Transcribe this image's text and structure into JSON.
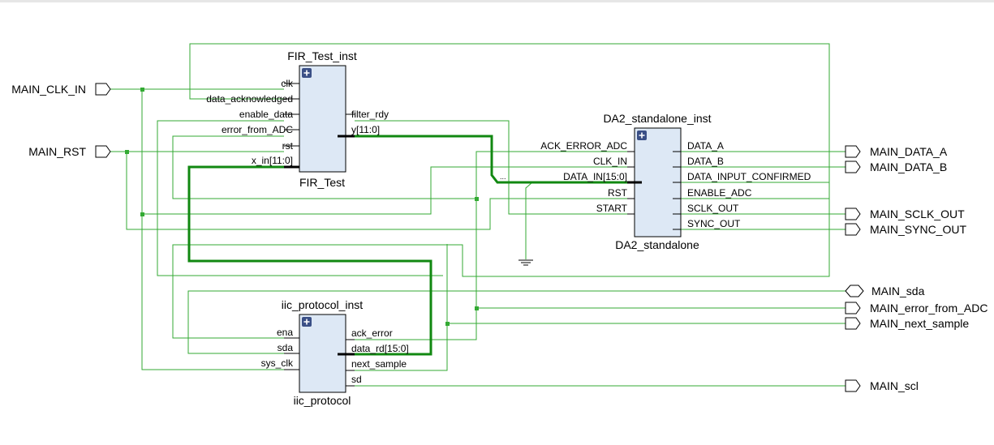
{
  "instances": {
    "fir": {
      "inst": "FIR_Test_inst",
      "cell": "FIR_Test",
      "inputs": [
        "clk",
        "data_acknowledged",
        "enable_data",
        "error_from_ADC",
        "rst",
        "x_in[11:0]"
      ],
      "outputs": [
        "filter_rdy",
        "y[11:0]"
      ]
    },
    "da2": {
      "inst": "DA2_standalone_inst",
      "cell": "DA2_standalone",
      "inputs": [
        "ACK_ERROR_ADC",
        "CLK_IN",
        "DATA_IN[15:0]",
        "RST",
        "START"
      ],
      "outputs": [
        "DATA_A",
        "DATA_B",
        "DATA_INPUT_CONFIRMED",
        "ENABLE_ADC",
        "SCLK_OUT",
        "SYNC_OUT"
      ]
    },
    "iic": {
      "inst": "iic_protocol_inst",
      "cell": "iic_protocol",
      "inputs": [
        "ena",
        "sda",
        "sys_clk"
      ],
      "outputs": [
        "ack_error",
        "data_rd[15:0]",
        "next_sample",
        "sd"
      ]
    }
  },
  "ports": {
    "in": [
      "MAIN_CLK_IN",
      "MAIN_RST"
    ],
    "out": [
      "MAIN_DATA_A",
      "MAIN_DATA_B",
      "MAIN_SCLK_OUT",
      "MAIN_SYNC_OUT",
      "MAIN_sda",
      "MAIN_error_from_ADC",
      "MAIN_next_sample",
      "MAIN_scl"
    ]
  },
  "ellipsis": "...",
  "colors": {
    "wire": "#33aa33",
    "bus": "#118811",
    "block_fill": "#dde8f5",
    "block_icon": "#3a4f86"
  }
}
